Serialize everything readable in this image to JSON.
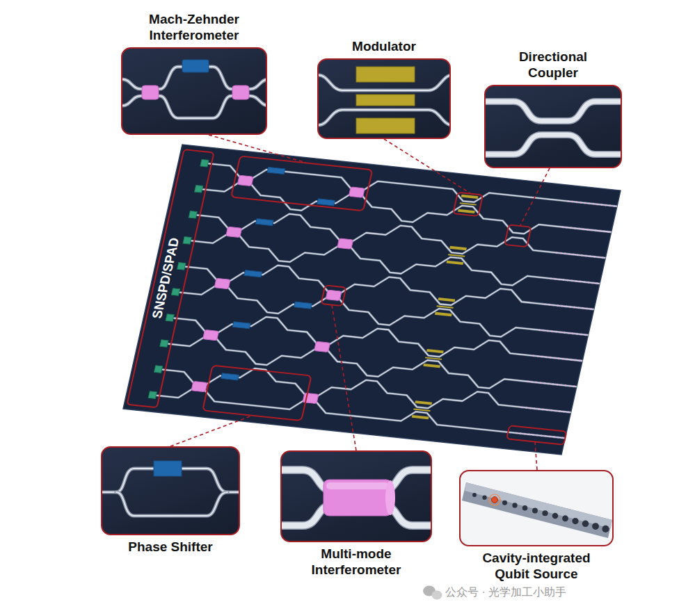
{
  "diagram": {
    "nodes": [
      {
        "text": [
          "Mach-Zehnder Interferometer"
        ]
      },
      {
        "text": [
          "Modulator"
        ]
      },
      {
        "text": [
          "Directional Coupler"
        ]
      },
      {
        "text": [
          "SNSPD/SPAD"
        ]
      },
      {
        "text": [
          "Phase Shifter"
        ]
      },
      {
        "text": [
          "Multi-mode Interferometer"
        ]
      },
      {
        "text": [
          "Cavity-integrated Qubit Source"
        ]
      }
    ],
    "labels": [
      "公众号 · 光学加工小助手"
    ]
  }
}
